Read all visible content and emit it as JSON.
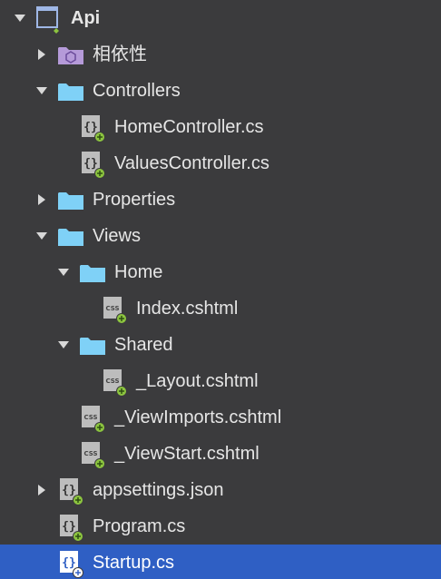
{
  "tree": [
    {
      "label": "Api",
      "depth": 0,
      "expand": "open",
      "icon": "project-icon",
      "bold": true
    },
    {
      "label": "相依性",
      "depth": 1,
      "expand": "closed",
      "icon": "dependencies-icon"
    },
    {
      "label": "Controllers",
      "depth": 1,
      "expand": "open",
      "icon": "folder-icon"
    },
    {
      "label": "HomeController.cs",
      "depth": 2,
      "expand": "none",
      "icon": "csharp-file-icon"
    },
    {
      "label": "ValuesController.cs",
      "depth": 2,
      "expand": "none",
      "icon": "csharp-file-icon"
    },
    {
      "label": "Properties",
      "depth": 1,
      "expand": "closed",
      "icon": "folder-icon"
    },
    {
      "label": "Views",
      "depth": 1,
      "expand": "open",
      "icon": "folder-icon"
    },
    {
      "label": "Home",
      "depth": 2,
      "expand": "open",
      "icon": "folder-icon"
    },
    {
      "label": "Index.cshtml",
      "depth": 3,
      "expand": "none",
      "icon": "css-file-icon"
    },
    {
      "label": "Shared",
      "depth": 2,
      "expand": "open",
      "icon": "folder-icon"
    },
    {
      "label": "_Layout.cshtml",
      "depth": 3,
      "expand": "none",
      "icon": "css-file-icon"
    },
    {
      "label": "_ViewImports.cshtml",
      "depth": 2,
      "expand": "none",
      "icon": "css-file-icon"
    },
    {
      "label": "_ViewStart.cshtml",
      "depth": 2,
      "expand": "none",
      "icon": "css-file-icon"
    },
    {
      "label": "appsettings.json",
      "depth": 1,
      "expand": "closed",
      "icon": "json-file-icon"
    },
    {
      "label": "Program.cs",
      "depth": 1,
      "expand": "none",
      "icon": "csharp-file-icon"
    },
    {
      "label": "Startup.cs",
      "depth": 1,
      "expand": "none",
      "icon": "csharp-file-icon",
      "selected": true
    }
  ],
  "icon_texts": {
    "braces": "{}",
    "css": "CSS"
  },
  "colors": {
    "background": "#3b3b3d",
    "selection": "#2f5fc4",
    "folder": "#7fd1f7",
    "badge": "#8cc43f",
    "file": "#bdbdbd",
    "dependencies": "#b59ad9"
  }
}
